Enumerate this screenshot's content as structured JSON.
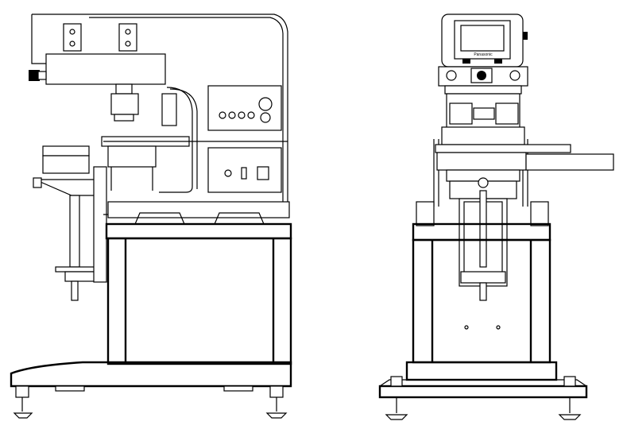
{
  "drawing": {
    "views": [
      "side-view",
      "front-view"
    ],
    "logo_text": "Panasonic",
    "colors": {
      "line": "#000000",
      "background": "#ffffff"
    }
  }
}
